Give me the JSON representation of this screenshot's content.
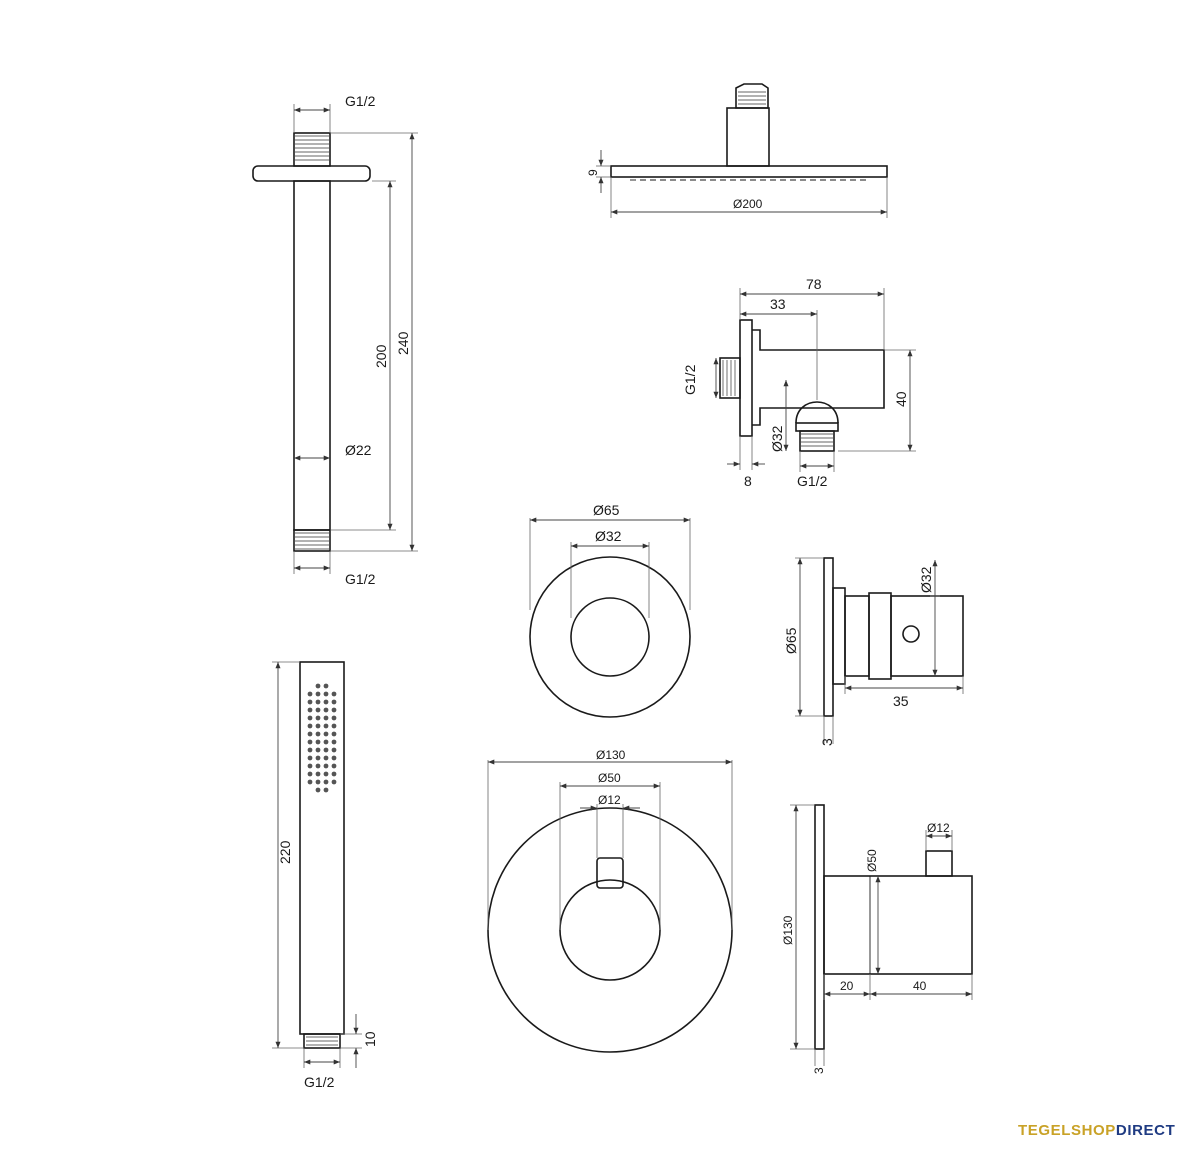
{
  "brand": {
    "part1": "TEGELSHOP",
    "part2": "DIRECT",
    "color1": "#c9a227",
    "color2": "#1f3b82"
  },
  "ceiling_arm": {
    "top_thread": "G1/2",
    "bottom_thread": "G1/2",
    "diameter": "Ø22",
    "length": "200",
    "total_length": "240"
  },
  "shower_head": {
    "thickness": "9",
    "diameter": "Ø200"
  },
  "wall_outlet": {
    "depth": "78",
    "offset": "33",
    "inlet_thread": "G1/2",
    "height": "40",
    "diameter": "Ø32",
    "plate": "8",
    "outlet_thread": "G1/2"
  },
  "stop_valve_front": {
    "outer": "Ø65",
    "inner": "Ø32"
  },
  "stop_valve_side": {
    "plate_diameter": "Ø65",
    "body_diameter": "Ø32",
    "length": "35",
    "plate": "3"
  },
  "hand_shower": {
    "length": "220",
    "connector": "10",
    "thread": "G1/2"
  },
  "thermostat_front": {
    "outer": "Ø130",
    "knob": "Ø50",
    "spindle": "Ø12"
  },
  "thermostat_side": {
    "plate_diameter": "Ø130",
    "knob_diameter": "Ø50",
    "spindle": "Ø12",
    "offset": "20",
    "length": "40",
    "plate": "3"
  }
}
